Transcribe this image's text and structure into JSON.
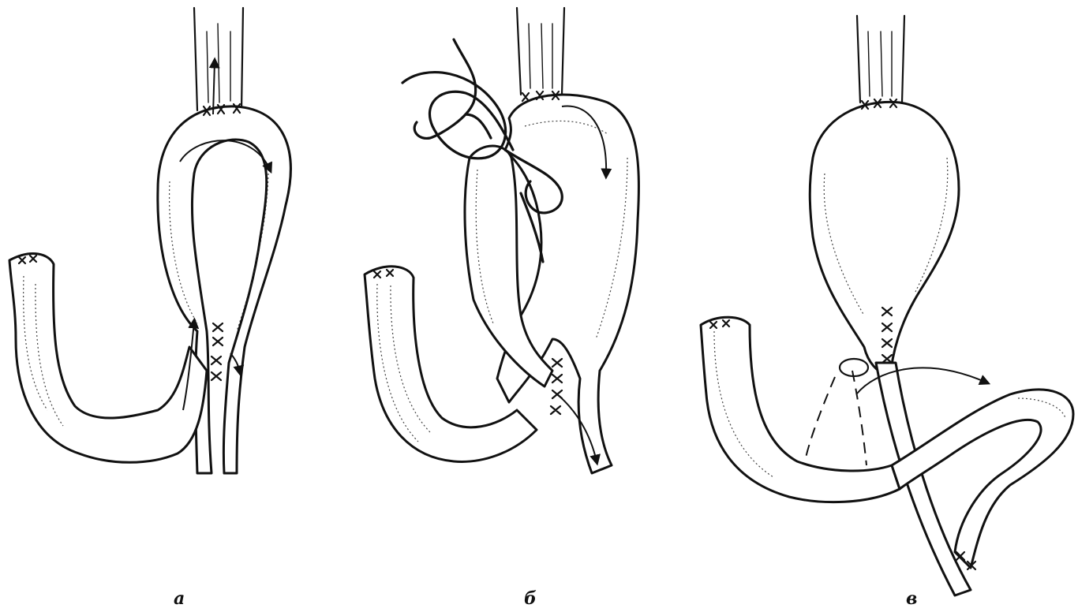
{
  "panels": [
    {
      "id": "a",
      "label": "a"
    },
    {
      "id": "b",
      "label": "б"
    },
    {
      "id": "c",
      "label": "в"
    }
  ]
}
